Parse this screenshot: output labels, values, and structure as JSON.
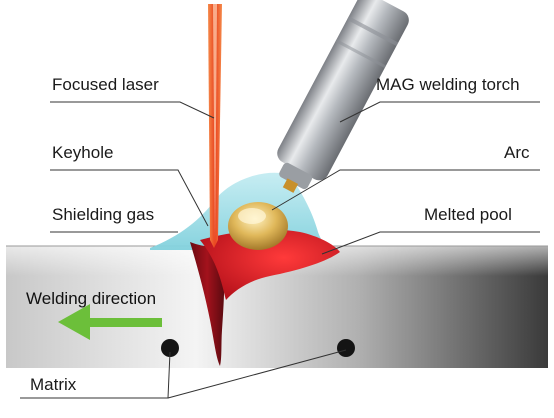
{
  "labels": {
    "focused_laser": "Focused laser",
    "keyhole": "Keyhole",
    "shielding_gas": "Shielding gas",
    "mag_torch": "MAG welding torch",
    "arc": "Arc",
    "melted_pool": "Melted pool",
    "welding_direction": "Welding direction",
    "matrix": "Matrix"
  },
  "colors": {
    "laser": "#f05a28",
    "shielding_gas": "#9fdde6",
    "keyhole": "#8a0f1a",
    "melted_pool": "#d8151f",
    "arc": "#d9b050",
    "torch": "#b9bdc2",
    "matrix_light": "#f2f2f2",
    "matrix_dark": "#404040",
    "arrow": "#6cbf3a",
    "leader": "#333333"
  },
  "icons": {
    "direction_arrow": "left-arrow-icon",
    "matrix_markers": "dot-marker-icon"
  }
}
